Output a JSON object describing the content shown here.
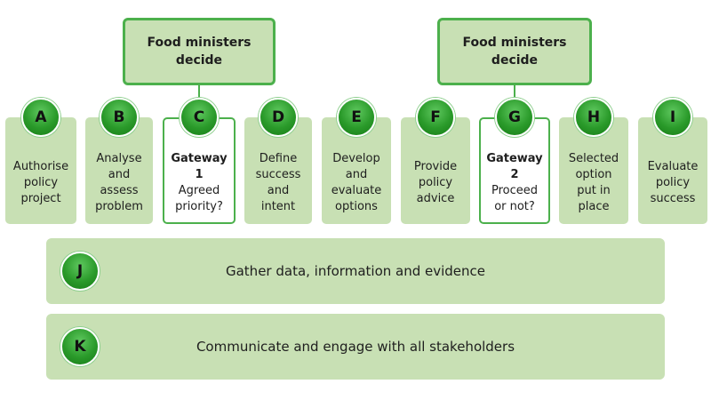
{
  "colors": {
    "box_fill": "#c8e0b4",
    "accent_green": "#4cb04c",
    "circle_green": "#2a9a2a",
    "gateway_fill": "#ffffff"
  },
  "decisions": [
    {
      "label_line1": "Food ministers",
      "label_line2": "decide"
    },
    {
      "label_line1": "Food ministers",
      "label_line2": "decide"
    }
  ],
  "stages": [
    {
      "letter": "A",
      "lines": [
        "Authorise",
        "policy",
        "project"
      ]
    },
    {
      "letter": "B",
      "lines": [
        "Analyse",
        "and",
        "assess",
        "problem"
      ]
    },
    {
      "letter": "C",
      "gateway": "Gateway",
      "gateway_no": "1",
      "lines": [
        "Agreed",
        "priority?"
      ]
    },
    {
      "letter": "D",
      "lines": [
        "Define",
        "success",
        "and",
        "intent"
      ]
    },
    {
      "letter": "E",
      "lines": [
        "Develop",
        "and",
        "evaluate",
        "options"
      ]
    },
    {
      "letter": "F",
      "lines": [
        "Provide",
        "policy",
        "advice"
      ]
    },
    {
      "letter": "G",
      "gateway": "Gateway",
      "gateway_no": "2",
      "lines": [
        "Proceed",
        "or not?"
      ]
    },
    {
      "letter": "H",
      "lines": [
        "Selected",
        "option",
        "put in",
        "place"
      ]
    },
    {
      "letter": "I",
      "lines": [
        "Evaluate",
        "policy",
        "success"
      ]
    }
  ],
  "ongoing": [
    {
      "letter": "J",
      "label": "Gather data, information and evidence"
    },
    {
      "letter": "K",
      "label": "Communicate and engage with all stakeholders"
    }
  ]
}
